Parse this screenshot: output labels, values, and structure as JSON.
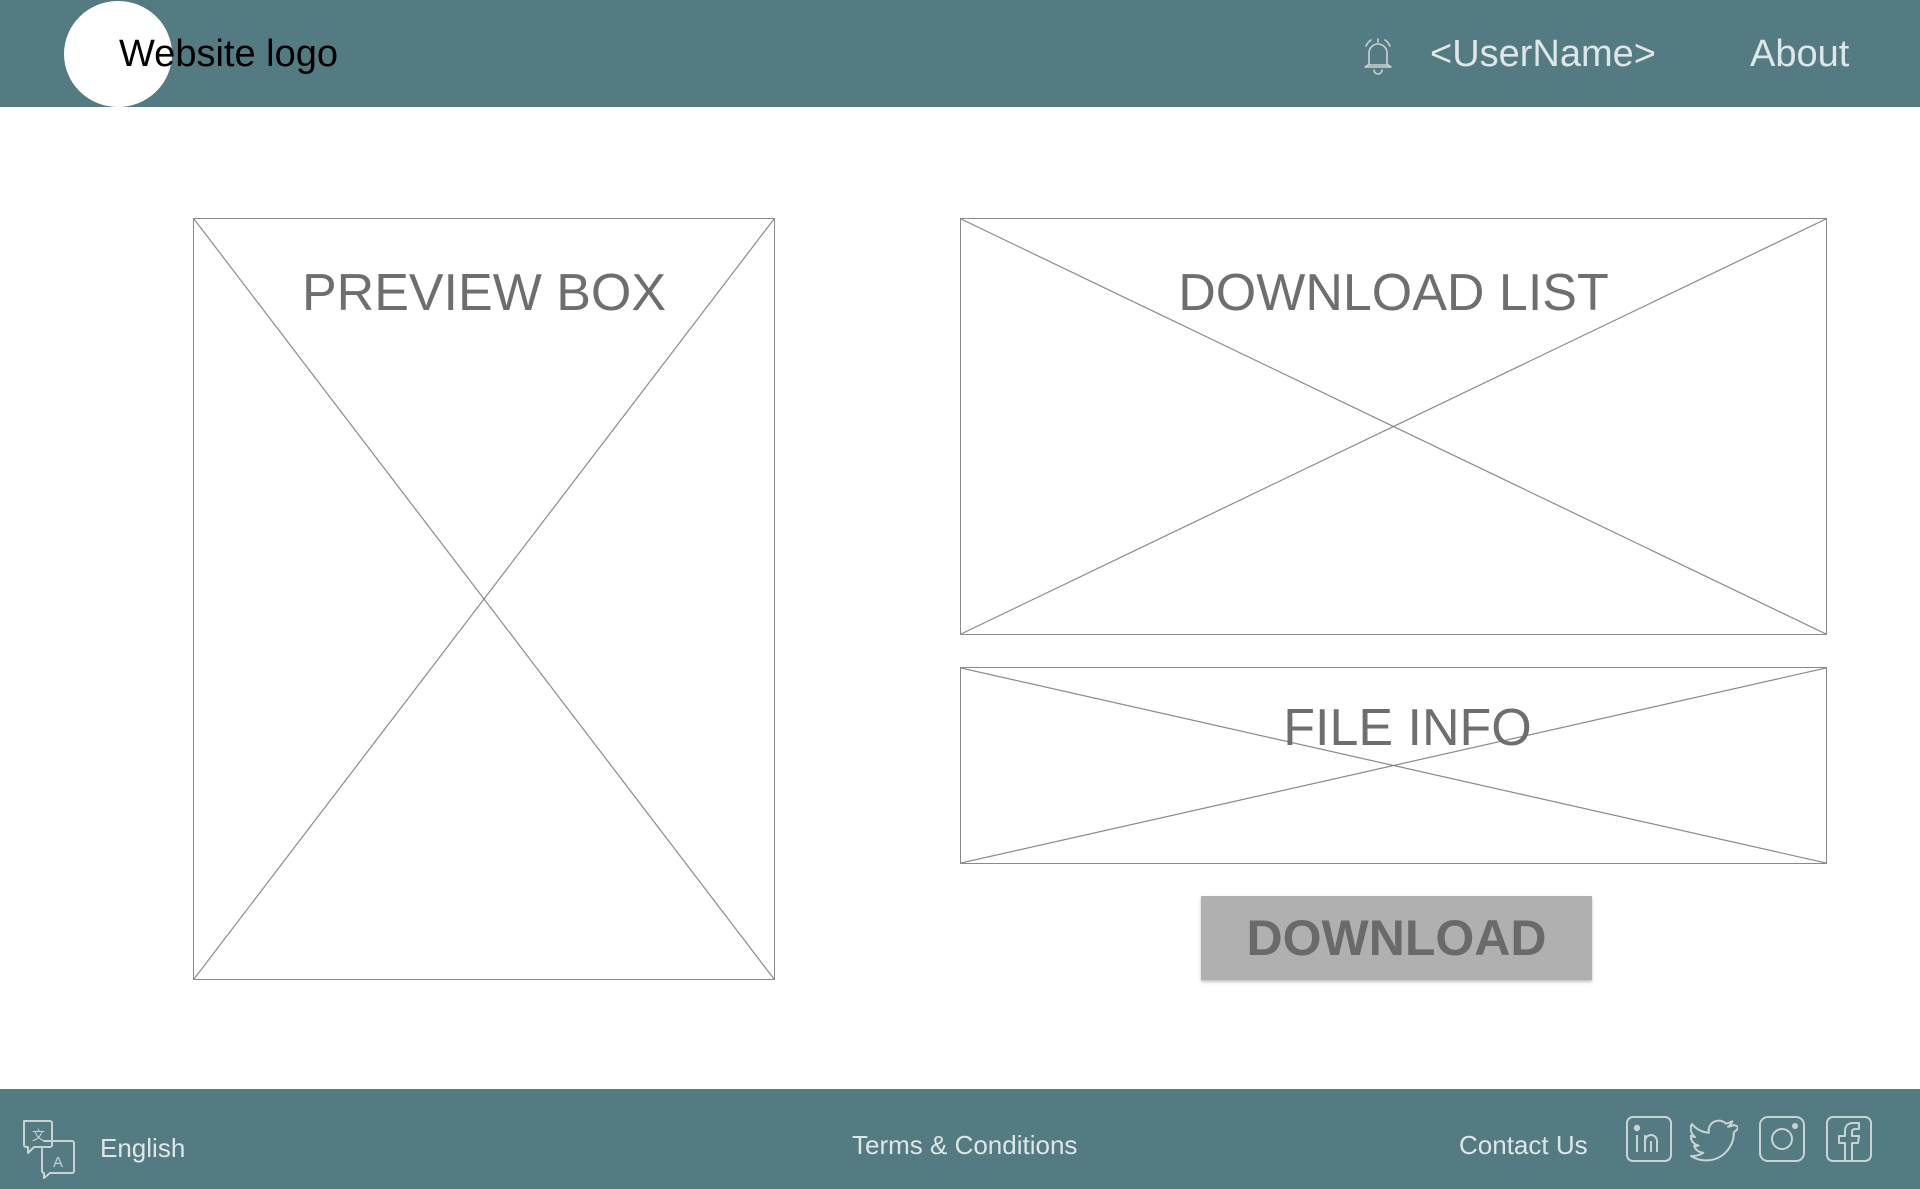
{
  "header": {
    "logo_text": "Website logo",
    "username": "<UserName>",
    "about_label": "About",
    "notification_icon": "bell-icon"
  },
  "main": {
    "preview_box_label": "PREVIEW BOX",
    "download_list_label": "DOWNLOAD LIST",
    "file_info_label": "FILE INFO",
    "download_button_label": "DOWNLOAD"
  },
  "footer": {
    "language_icon": "translate-icon",
    "language_label": "English",
    "terms_label": "Terms & Conditions",
    "contact_label": "Contact Us",
    "social_icons": [
      "linkedin-icon",
      "twitter-icon",
      "instagram-icon",
      "facebook-icon"
    ]
  },
  "colors": {
    "bar_background": "#547a82",
    "bar_text": "#dde6e8",
    "placeholder_border": "#8a8a8a",
    "placeholder_text": "#6e6e6e",
    "button_background": "#b0b0b0",
    "button_text": "#6a6a6a"
  }
}
